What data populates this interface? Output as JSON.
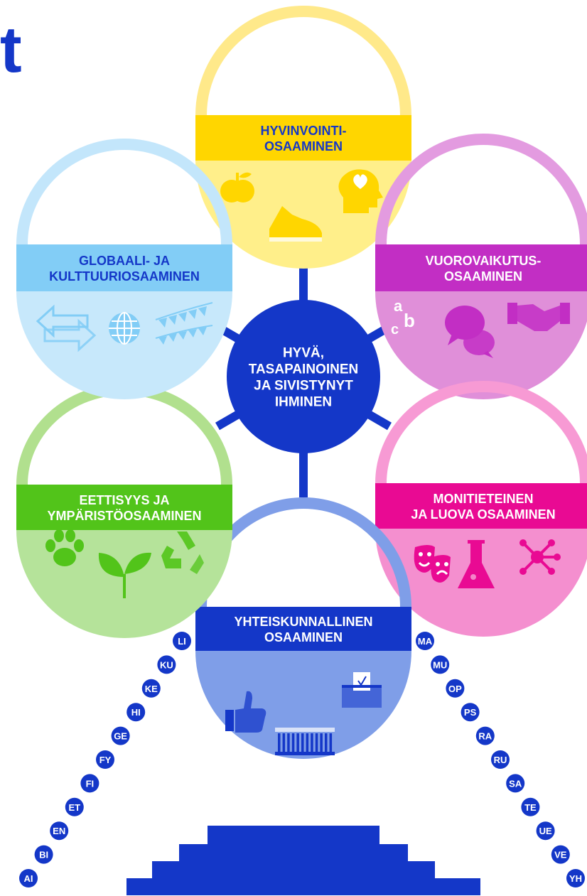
{
  "title_fragment": "t",
  "center": {
    "lines": [
      "HYVÄ,",
      "TASAPAINOINEN",
      "JA SIVISTYNYT",
      "IHMINEN"
    ],
    "color": "#1437c8"
  },
  "baskets": [
    {
      "id": "hyvinvointi",
      "lines": [
        "HYVINVOINTI-",
        "OSAAMINEN"
      ],
      "icons": [
        "apple-icon",
        "sneaker-icon",
        "head-heart-icon"
      ],
      "colors": {
        "ring": "#ffe98a",
        "band": "#ffd600",
        "body": "#ffef8a",
        "text": "#1437c8",
        "icon": "#ffd600"
      }
    },
    {
      "id": "vuorovaikutus",
      "lines": [
        "VUOROVAIKUTUS-",
        "OSAAMINEN"
      ],
      "icons": [
        "letters-abc-icon",
        "speech-bubbles-icon",
        "handshake-icon"
      ],
      "colors": {
        "ring": "#e39be0",
        "band": "#c22ec4",
        "body": "#e08fd9",
        "text": "#ffffff",
        "icon": "#c22ec4"
      }
    },
    {
      "id": "monitieteinen",
      "lines": [
        "MONITIETEINEN",
        "JA LUOVA OSAAMINEN"
      ],
      "icons": [
        "theater-masks-icon",
        "flask-icon",
        "molecule-icon"
      ],
      "colors": {
        "ring": "#f79ad4",
        "band": "#e90a93",
        "body": "#f48fcf",
        "text": "#ffffff",
        "icon": "#e90a93"
      }
    },
    {
      "id": "yhteiskunnallinen",
      "lines": [
        "YHTEISKUNNALLINEN",
        "OSAAMINEN"
      ],
      "icons": [
        "thumbs-up-icon",
        "ballot-box-icon",
        "parliament-icon"
      ],
      "colors": {
        "ring": "#7f9ee8",
        "band": "#1437c8",
        "body": "#7f9ee8",
        "text": "#ffffff",
        "icon": "#1437c8"
      }
    },
    {
      "id": "eettisyys",
      "lines": [
        "EETTISYYS JA",
        "YMPÄRISTÖOSAAMINEN"
      ],
      "icons": [
        "paw-icon",
        "sprout-icon",
        "recycle-icon"
      ],
      "colors": {
        "ring": "#b1e08e",
        "band": "#52c41a",
        "body": "#b5e39a",
        "text": "#ffffff",
        "icon": "#52c41a"
      }
    },
    {
      "id": "globaali",
      "lines": [
        "GLOBAALI- JA",
        "KULTTUURIOSAAMINEN"
      ],
      "icons": [
        "arrows-icon",
        "globe-icon",
        "bunting-icon"
      ],
      "colors": {
        "ring": "#c3e6fb",
        "band": "#82cdf6",
        "body": "#c7e8fb",
        "text": "#1437c8",
        "icon": "#82cdf6"
      }
    }
  ],
  "subjects_left": [
    "LI",
    "KU",
    "KE",
    "HI",
    "GE",
    "FY",
    "FI",
    "ET",
    "EN",
    "BI",
    "AI"
  ],
  "subjects_right": [
    "MA",
    "MU",
    "OP",
    "PS",
    "RA",
    "RU",
    "SA",
    "TE",
    "UE",
    "VE",
    "YH"
  ],
  "colors": {
    "primary": "#1437c8",
    "spoke": "#1437c8",
    "steps": "#1437c8"
  }
}
